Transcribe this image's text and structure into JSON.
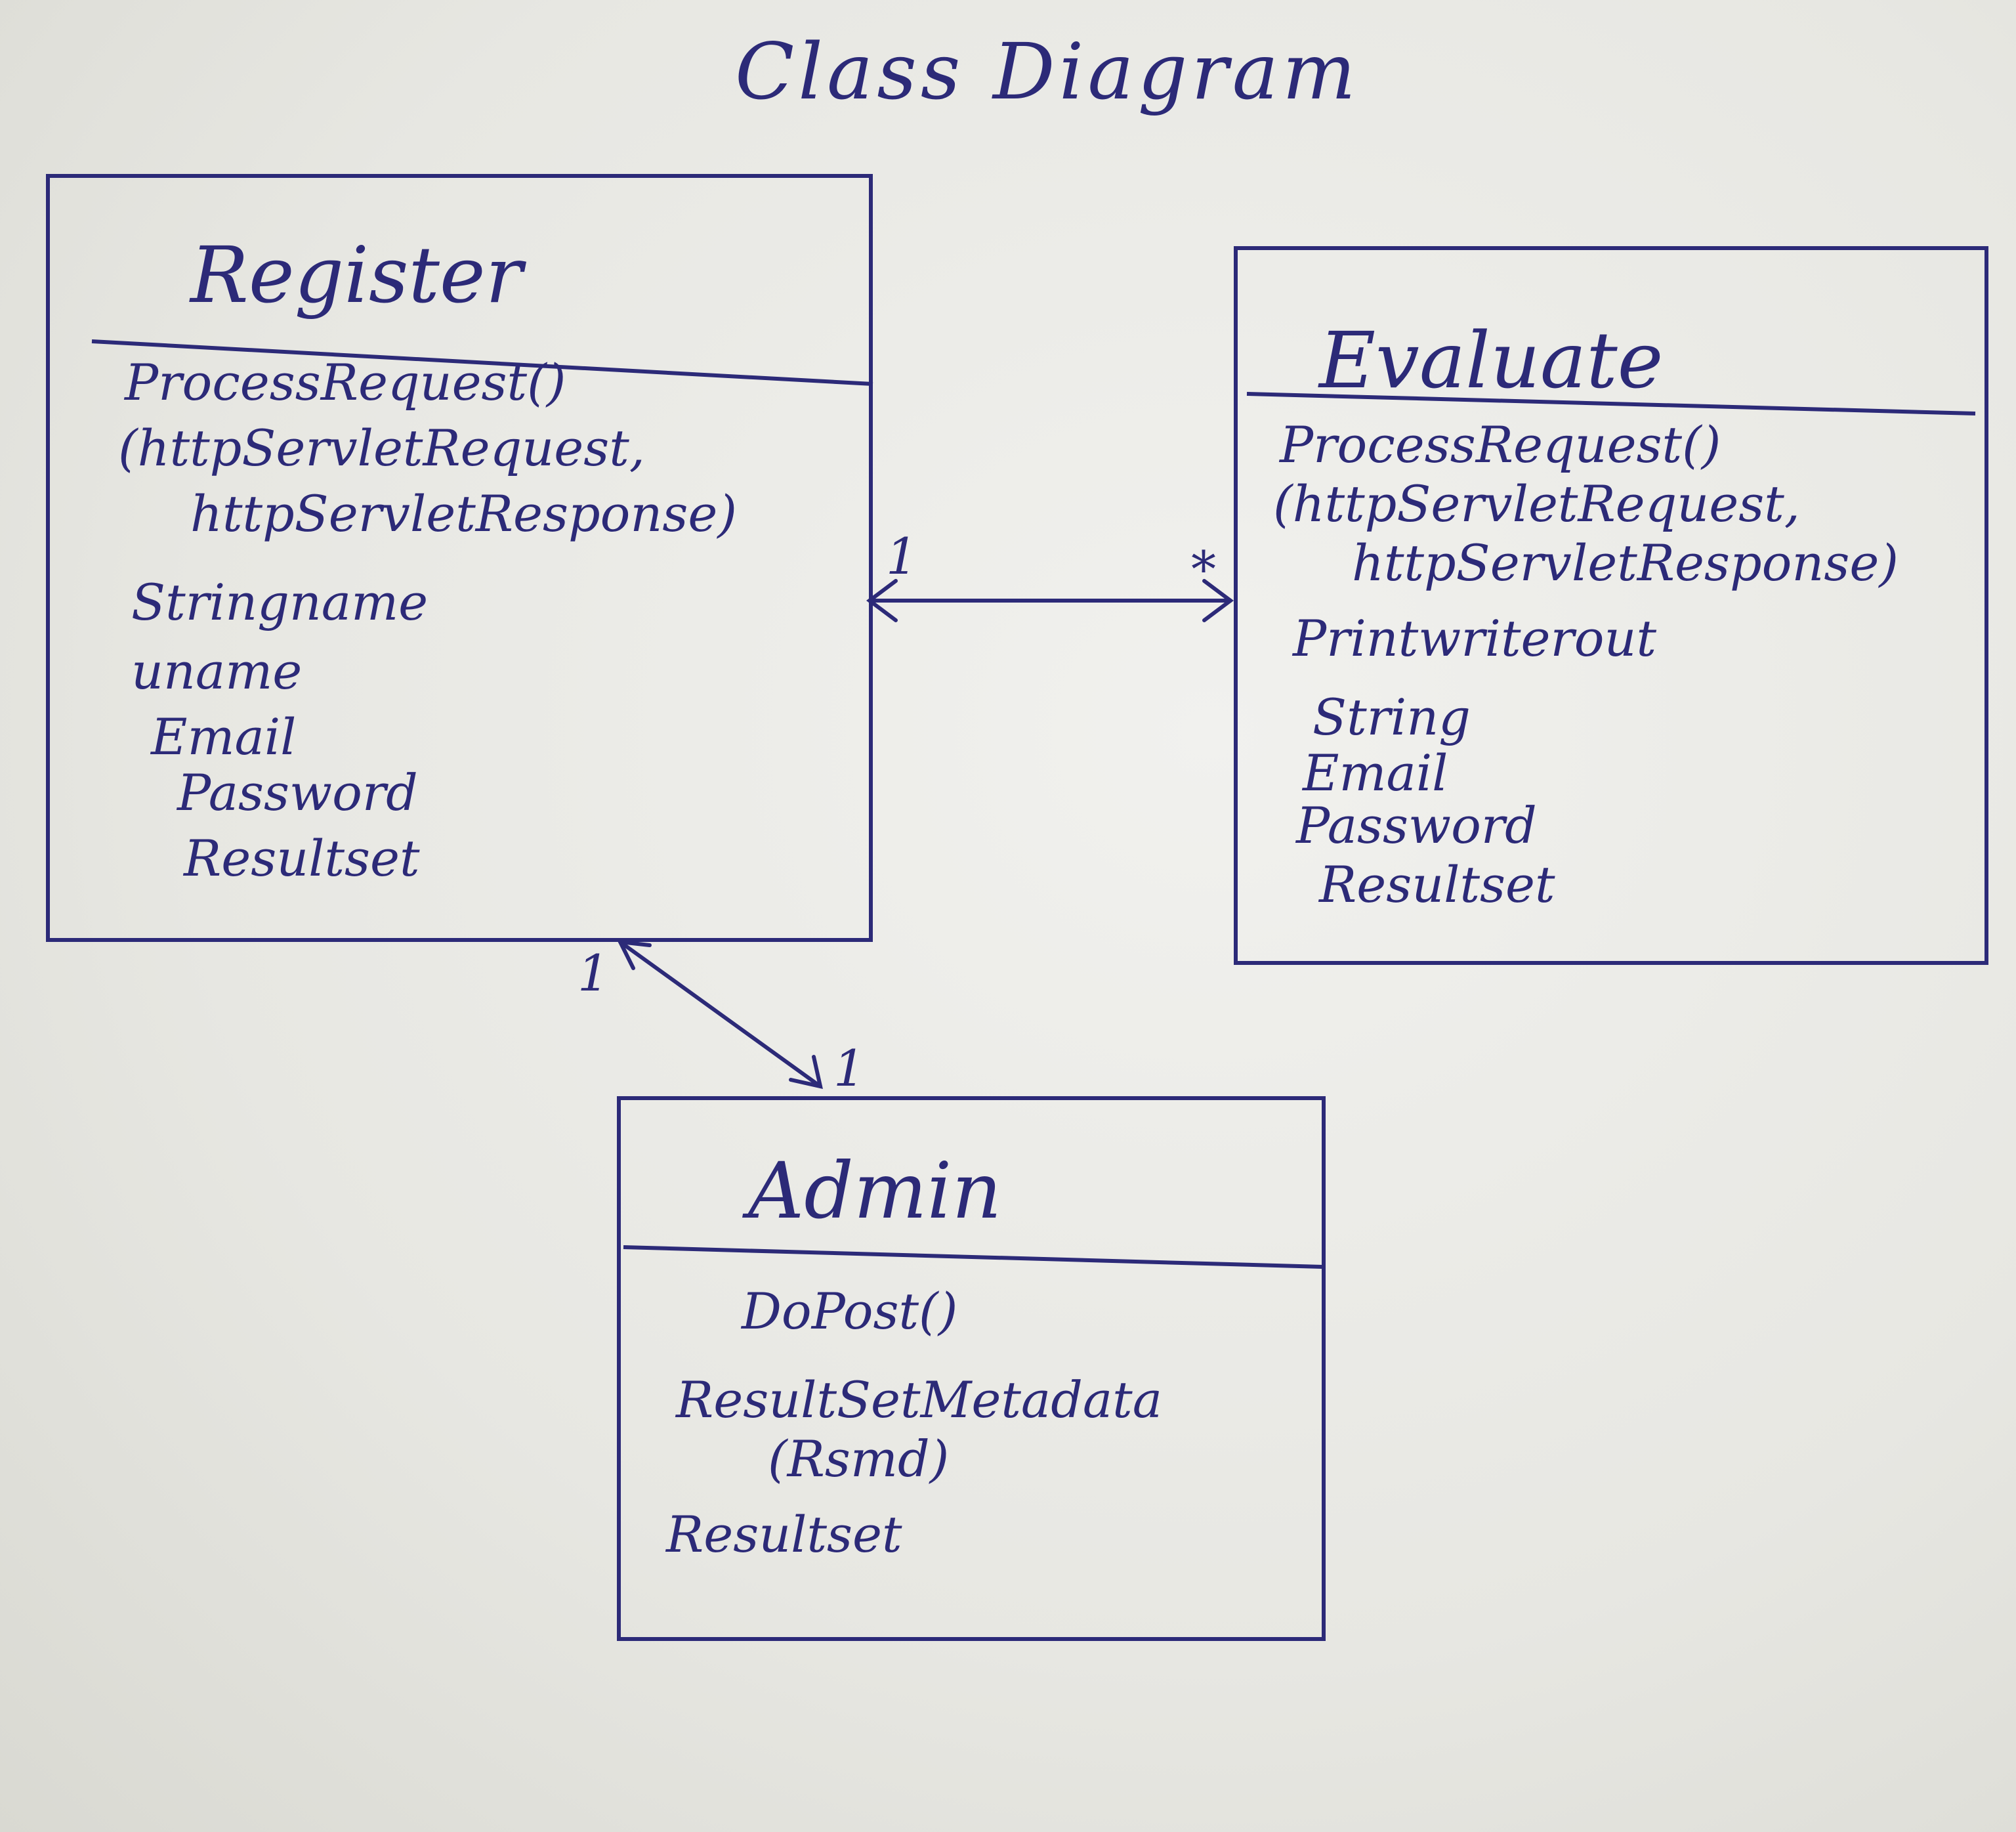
{
  "title": "Class Diagram",
  "classes": {
    "register": {
      "name": "Register",
      "members": [
        "ProcessRequest()",
        "(httpServletRequest,",
        "httpServletResponse)",
        "Stringname",
        "uname",
        "Email",
        "Password",
        "Resultset"
      ]
    },
    "evaluate": {
      "name": "Evaluate",
      "members": [
        "ProcessRequest()",
        "(httpServletRequest,",
        "httpServletResponse)",
        "Printwriterout",
        "String",
        "Email",
        "Password",
        "Resultset"
      ]
    },
    "admin": {
      "name": "Admin",
      "members": [
        "DoPost()",
        "ResultSetMetadata",
        "(Rsmd)",
        "Resultset"
      ]
    }
  },
  "associations": {
    "register_evaluate": {
      "from_multiplicity": "1",
      "to_multiplicity": "*"
    },
    "register_admin": {
      "from_multiplicity": "1",
      "to_multiplicity": "1"
    }
  },
  "colors": {
    "ink": "#2c2a78",
    "paper": "#ecece8"
  }
}
